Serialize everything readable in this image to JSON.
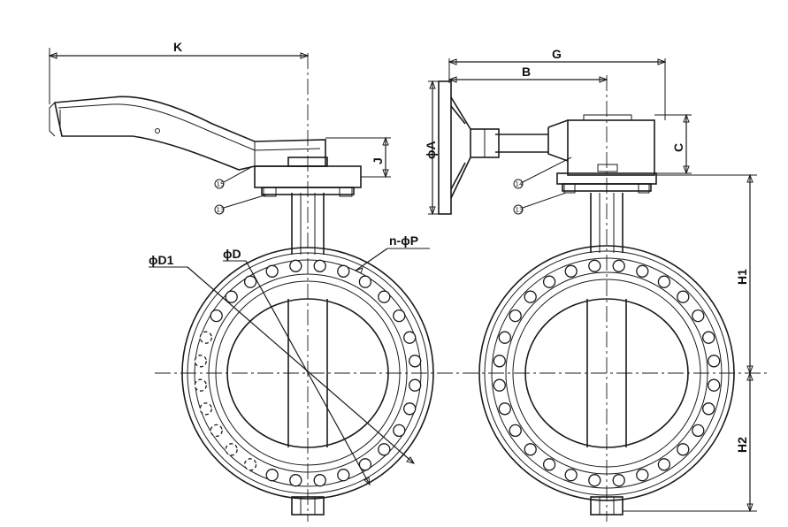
{
  "dimension_labels": {
    "K": "K",
    "G": "G",
    "B": "B",
    "J": "J",
    "C": "C",
    "phiA": "ϕA",
    "phiD1": "ϕD1",
    "phiD": "ϕD",
    "n_phiP": "n-ϕP",
    "H1": "H1",
    "H2": "H2"
  },
  "part_numbers": {
    "lever_top": "15",
    "lever_bottom": "13",
    "gear_top": "14",
    "gear_bottom": "13"
  }
}
